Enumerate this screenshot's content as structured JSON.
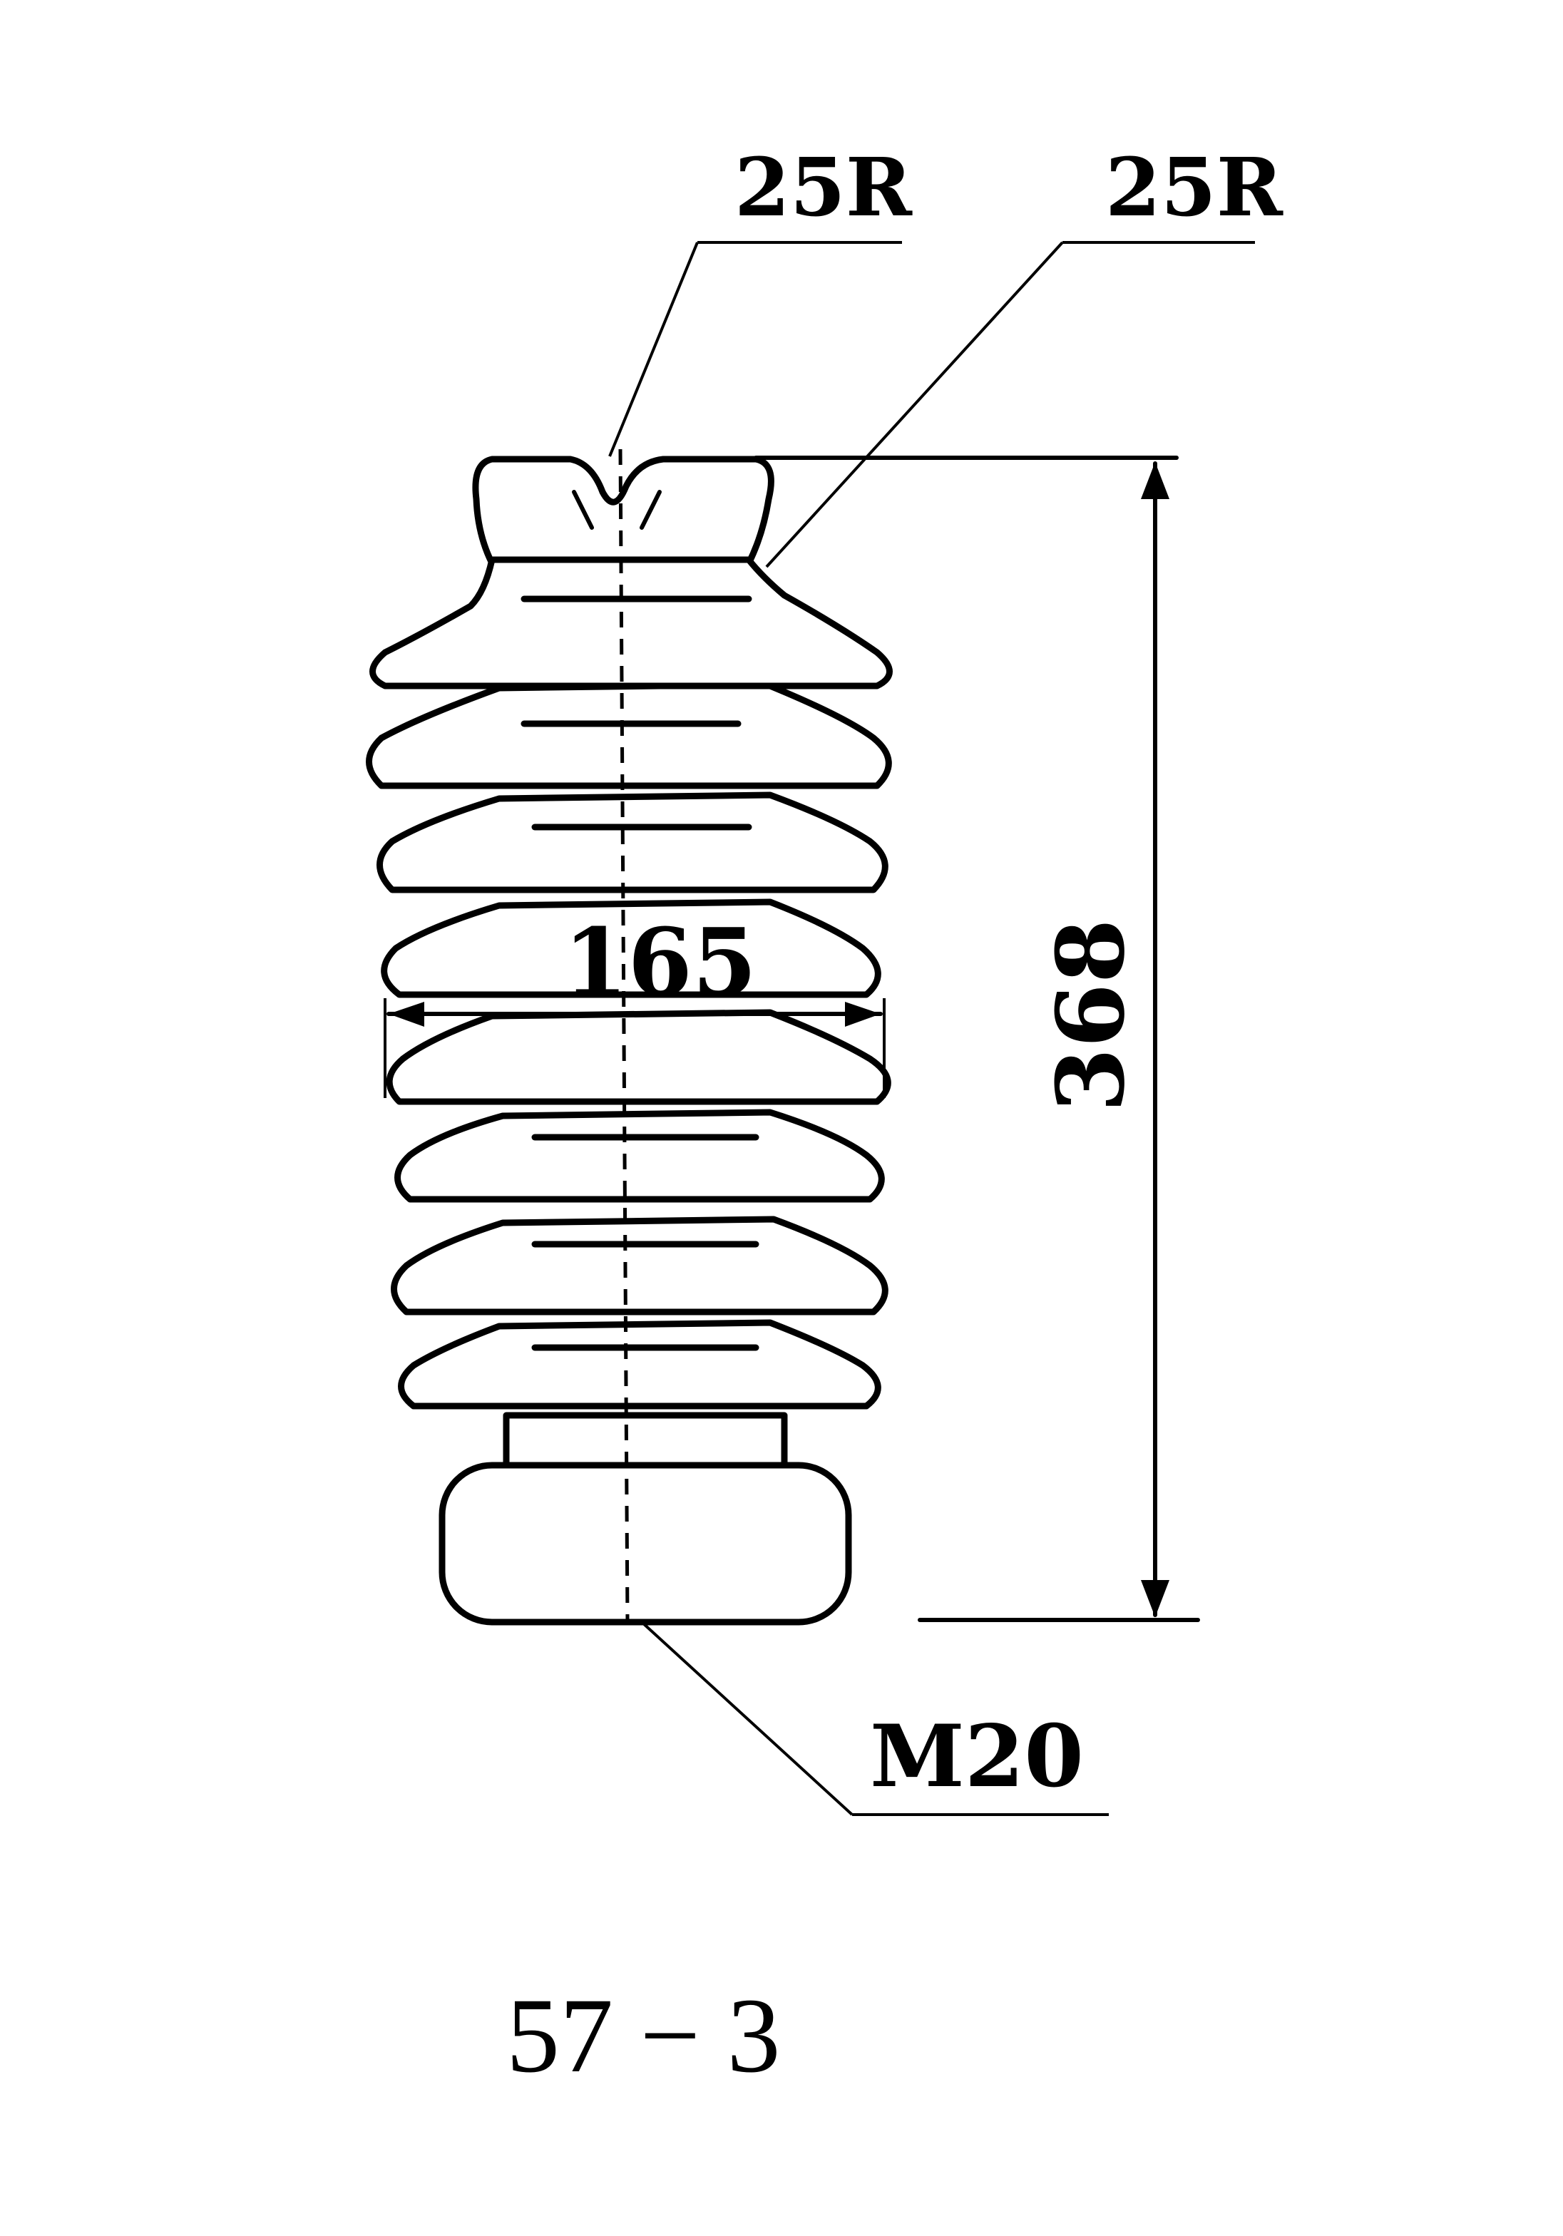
{
  "annotations": {
    "top_radius_label": "25R",
    "shoulder_radius_label": "25R",
    "shed_diameter_label": "165",
    "height_label": "368",
    "thread_label": "M20"
  },
  "caption": "57 − 3"
}
